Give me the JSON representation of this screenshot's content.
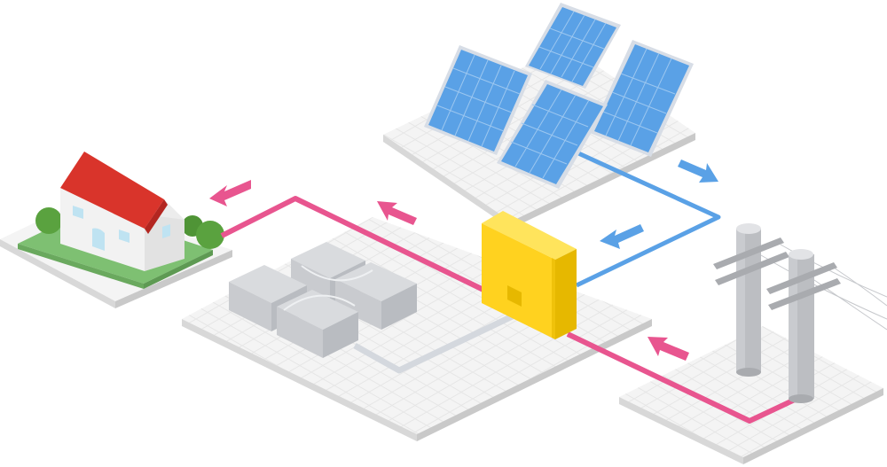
{
  "diagram": {
    "colors": {
      "background": "#ffffff",
      "platform_top": "#f5f5f5",
      "platform_grid": "#e6e6e6",
      "platform_side": "#d9d9d9",
      "platform_front": "#cdcdcd",
      "grid_power_line": "#e8558f",
      "solar_line": "#5aa1e6",
      "battery_line": "#cfd4dc",
      "solar_cell": "#5aa1e6",
      "solar_frame": "#d7dde6",
      "inverter_front": "#ffd21f",
      "inverter_side": "#e6b800",
      "inverter_top": "#ffe45c",
      "roof": "#d9342b",
      "wall": "#f4f4f4",
      "lawn": "#7ec072",
      "tree": "#5aa23f",
      "window": "#bfe3f2",
      "pole": "#bcbec2",
      "battery": "#cfd2d6"
    },
    "components": [
      "house",
      "battery-storage",
      "power-conditioner",
      "solar-panels",
      "utility-poles"
    ],
    "flows": [
      {
        "from": "power-conditioner",
        "to": "house",
        "color": "grid_power_line"
      },
      {
        "from": "utility-poles",
        "to": "power-conditioner",
        "color": "grid_power_line"
      },
      {
        "from": "solar-panels",
        "to": "power-conditioner",
        "color": "solar_line"
      },
      {
        "from": "battery-storage",
        "to": "power-conditioner",
        "color": "battery_line"
      }
    ]
  }
}
